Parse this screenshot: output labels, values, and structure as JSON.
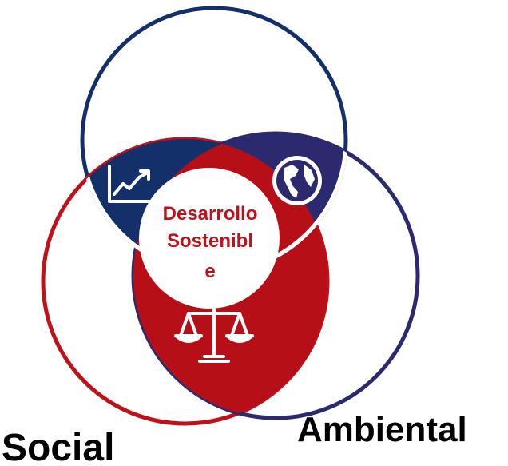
{
  "diagram": {
    "center_lines": [
      "Desarrollo",
      "Sostenibl",
      "e"
    ],
    "labels": {
      "social": "Social",
      "ambiental": "Ambiental"
    },
    "colors": {
      "navy": "#14306a",
      "red": "#c0101a",
      "blue_purple": "#2b2a6e",
      "economic_fill": "#14306a",
      "environment_fill": "#2b2a6e",
      "equity_fill": "#b70f18",
      "center_text": "#c0101a"
    },
    "icons": {
      "economic": "growth-chart-icon",
      "environment": "globe-icon",
      "equity": "balance-scale-icon"
    }
  }
}
